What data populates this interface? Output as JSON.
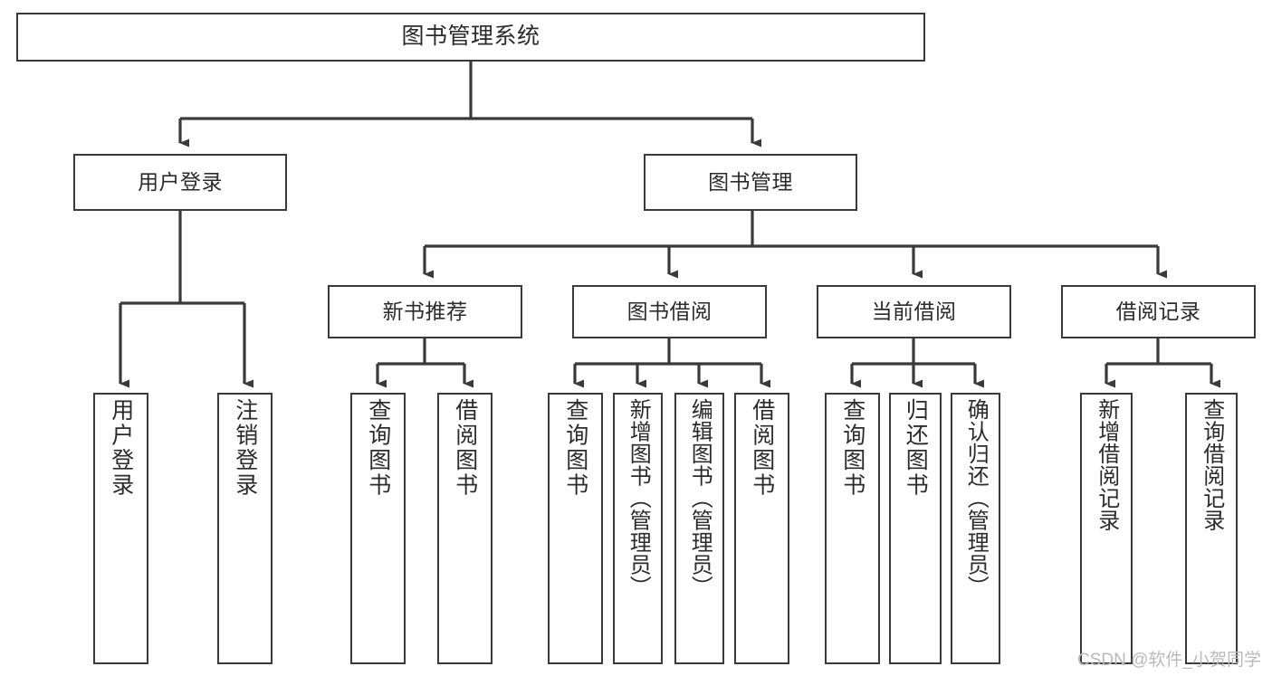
{
  "diagram": {
    "title": "图书管理系统",
    "type": "tree-hierarchy-diagram",
    "stroke_color": "#3a3a3a",
    "background_color": "#ffffff",
    "text_color": "#2b2b2b",
    "nodes": {
      "root": {
        "label": "图书管理系统"
      },
      "level2": [
        {
          "label": "用户登录"
        },
        {
          "label": "图书管理"
        }
      ],
      "level3": [
        {
          "label": "新书推荐"
        },
        {
          "label": "图书借阅"
        },
        {
          "label": "当前借阅"
        },
        {
          "label": "借阅记录"
        }
      ],
      "leaves": [
        {
          "label": "用户登录"
        },
        {
          "label": "注销登录"
        },
        {
          "label": "查询图书"
        },
        {
          "label": "借阅图书"
        },
        {
          "label": "查询图书"
        },
        {
          "label": "新增图书（管理员）"
        },
        {
          "label": "编辑图书（管理员）"
        },
        {
          "label": "借阅图书"
        },
        {
          "label": "查询图书"
        },
        {
          "label": "归还图书"
        },
        {
          "label": "确认归还（管理员）"
        },
        {
          "label": "新增借阅记录"
        },
        {
          "label": "查询借阅记录"
        }
      ]
    }
  },
  "watermark": {
    "text": "CSDN @软件_小贺同学"
  }
}
